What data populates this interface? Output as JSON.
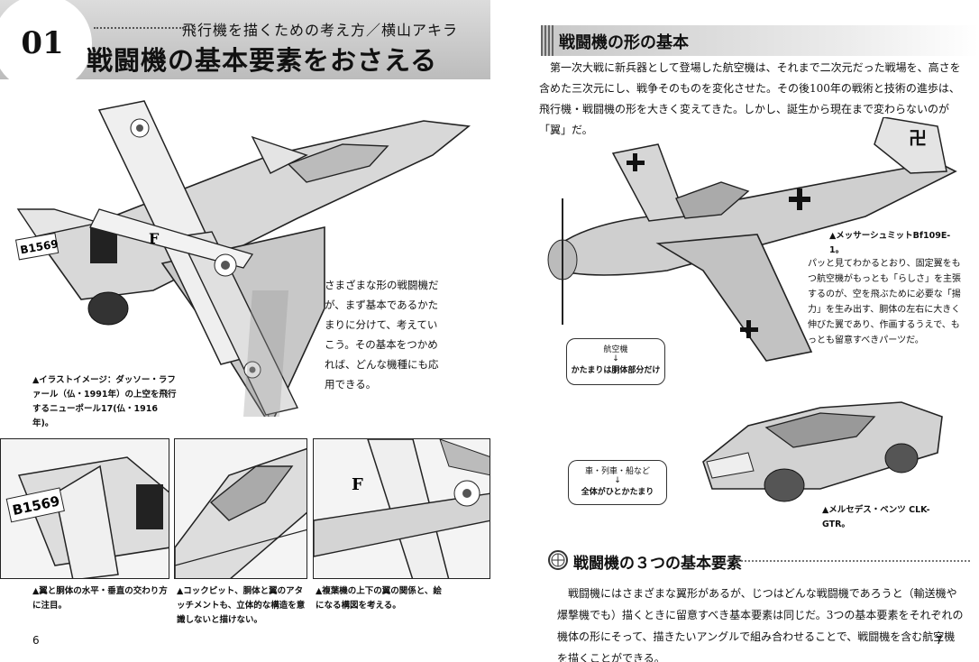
{
  "header": {
    "chapter_number": "01",
    "subtitle": "飛行機を描くための考え方／横山アキラ",
    "title": "戦闘機の基本要素をおさえる"
  },
  "left": {
    "tail_code": "B1569",
    "body_text": "さまざまな形の戦闘機だが、まず基本であるかたまりに分けて、考えていこう。その基本をつかめれば、どんな機種にも応用できる。",
    "main_caption": "▲イラストイメージ：ダッソー・ラファール（仏・1991年）の上空を飛行するニューポール17(仏・1916年)。",
    "panels": [
      {
        "caption": "▲翼と胴体の水平・垂直の交わり方に注目。",
        "code": "B1569"
      },
      {
        "caption": "▲コックピット、胴体と翼のアタッチメントも、立体的な構造を意識しないと描けない。",
        "code": ""
      },
      {
        "caption": "▲複葉機の上下の翼の関係と、絵になる構図を考える。",
        "code": "F"
      }
    ],
    "page_number": "6"
  },
  "right": {
    "section1_title": "戦闘機の形の基本",
    "intro": "第一次大戦に新兵器として登場した航空機は、それまで二次元だった戦場を、高さを含めた三次元にし、戦争そのものを変化させた。その後100年の戦術と技術の進歩は、飛行機・戦闘機の形を大きく変えてきた。しかし、誕生から現在まで変わらないのが「翼」だ。",
    "plane_caption": "▲メッサーシュミットBf109E-1。",
    "plane_note": "パッと見てわかるとおり、固定翼をもつ航空機がもっとも「らしさ」を主張するのが、空を飛ぶために必要な「揚力」を生み出す、胴体の左右に大きく伸びた翼であり、作画するうえで、もっとも留意すべきパーツだ。",
    "bubble1_top": "航空機",
    "bubble1_arrow": "↓",
    "bubble1_bottom": "かたまりは胴体部分だけ",
    "bubble2_top": "車・列車・船など",
    "bubble2_arrow": "↓",
    "bubble2_bottom": "全体がひとかたまり",
    "car_caption": "▲メルセデス・ベンツ CLK-GTR。",
    "section2_title": "戦闘機の３つの基本要素",
    "section2_text": "戦闘機にはさまざまな翼形があるが、じつはどんな戦闘機であろうと（輸送機や爆撃機でも）描くときに留意すべき基本要素は同じだ。3つの基本要素をそれぞれの機体の形にそって、描きたいアングルで組み合わせることで、戦闘機を含む航空機を描くことができる。",
    "page_number": "7"
  }
}
